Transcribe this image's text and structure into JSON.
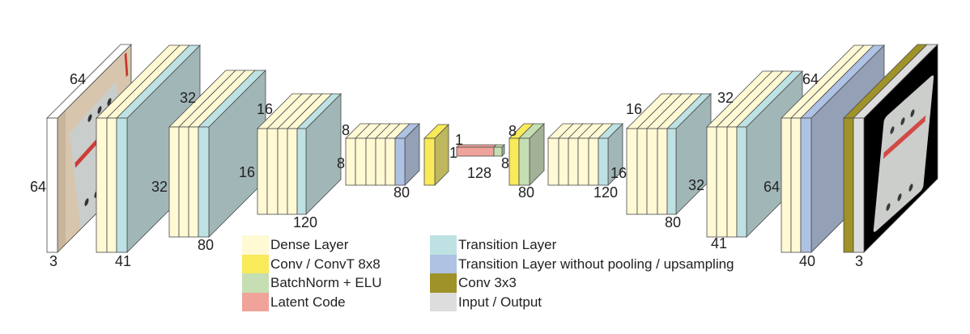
{
  "layer_types": {
    "dense": {
      "label": "Dense Layer",
      "color": "#FFF9D4"
    },
    "conv": {
      "label": "Conv / ConvT 8x8",
      "color": "#F8EA58"
    },
    "bn_elu": {
      "label": "BatchNorm + ELU",
      "color": "#C6DEB3"
    },
    "latent": {
      "label": "Latent Code",
      "color": "#EFA39B"
    },
    "transition": {
      "label": "Transition Layer",
      "color": "#BEE1E3"
    },
    "transition_np": {
      "label": "Transition Layer without pooling / upsampling",
      "color": "#AEC2E4"
    },
    "conv3x3": {
      "label": "Conv 3x3",
      "color": "#9E9229"
    },
    "io": {
      "label": "Input / Output",
      "color": "#DDDDDD"
    }
  },
  "legend": {
    "left": [
      "dense",
      "conv",
      "bn_elu",
      "latent"
    ],
    "right": [
      "transition",
      "transition_np",
      "conv3x3",
      "io"
    ]
  },
  "blocks": [
    {
      "id": "input-image",
      "slices": [
        "io"
      ],
      "labels": [
        "64",
        "64",
        "3"
      ]
    },
    {
      "id": "enc-block-1",
      "slices": [
        "dense",
        "dense",
        "transition"
      ],
      "labels": [
        "41"
      ]
    },
    {
      "id": "enc-block-2",
      "slices": [
        "dense",
        "dense",
        "dense",
        "transition"
      ],
      "labels": [
        "32",
        "32",
        "80"
      ]
    },
    {
      "id": "enc-block-3",
      "slices": [
        "dense",
        "dense",
        "dense",
        "dense",
        "transition"
      ],
      "labels": [
        "16",
        "16",
        "120"
      ]
    },
    {
      "id": "enc-block-4",
      "slices": [
        "dense",
        "dense",
        "dense",
        "dense",
        "dense",
        "transition_np"
      ],
      "labels": [
        "8",
        "8",
        "80"
      ]
    },
    {
      "id": "enc-conv",
      "slices": [
        "conv"
      ],
      "labels": []
    },
    {
      "id": "latent-code",
      "slices": [
        "latent",
        "bn_elu"
      ],
      "labels": [
        "1",
        "1",
        "128"
      ]
    },
    {
      "id": "dec-convt",
      "slices": [
        "conv",
        "bn_elu"
      ],
      "labels": [
        "8",
        "8",
        "80"
      ]
    },
    {
      "id": "dec-block-1",
      "slices": [
        "dense",
        "dense",
        "dense",
        "dense",
        "dense",
        "transition"
      ],
      "labels": [
        "16",
        "120"
      ]
    },
    {
      "id": "dec-block-2",
      "slices": [
        "dense",
        "dense",
        "dense",
        "dense",
        "transition"
      ],
      "labels": [
        "16",
        "32",
        "80"
      ]
    },
    {
      "id": "dec-block-3",
      "slices": [
        "dense",
        "dense",
        "dense",
        "transition"
      ],
      "labels": [
        "32",
        "64",
        "41"
      ]
    },
    {
      "id": "dec-block-4",
      "slices": [
        "dense",
        "dense",
        "transition_np"
      ],
      "labels": [
        "64",
        "40"
      ]
    },
    {
      "id": "output-image",
      "slices": [
        "conv3x3",
        "io"
      ],
      "labels": [
        "3"
      ]
    }
  ]
}
